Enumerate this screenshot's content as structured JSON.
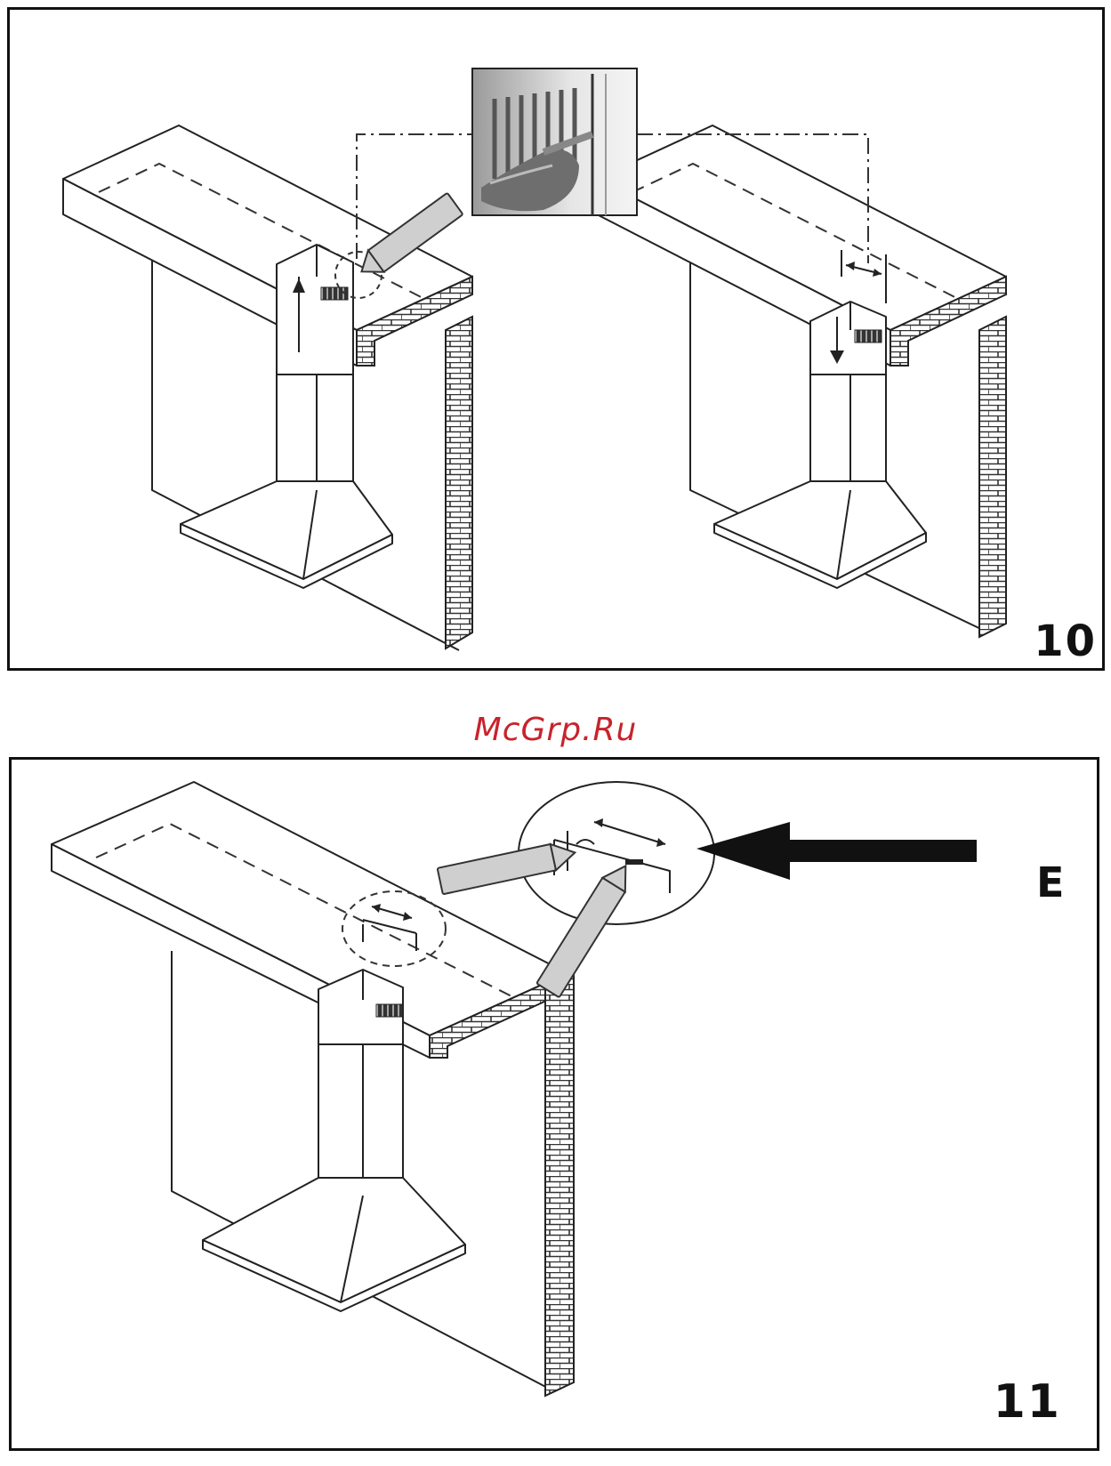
{
  "watermark": "McGrp.Ru",
  "figures": [
    {
      "number": "10"
    },
    {
      "number": "11",
      "callout_label": "E"
    }
  ]
}
